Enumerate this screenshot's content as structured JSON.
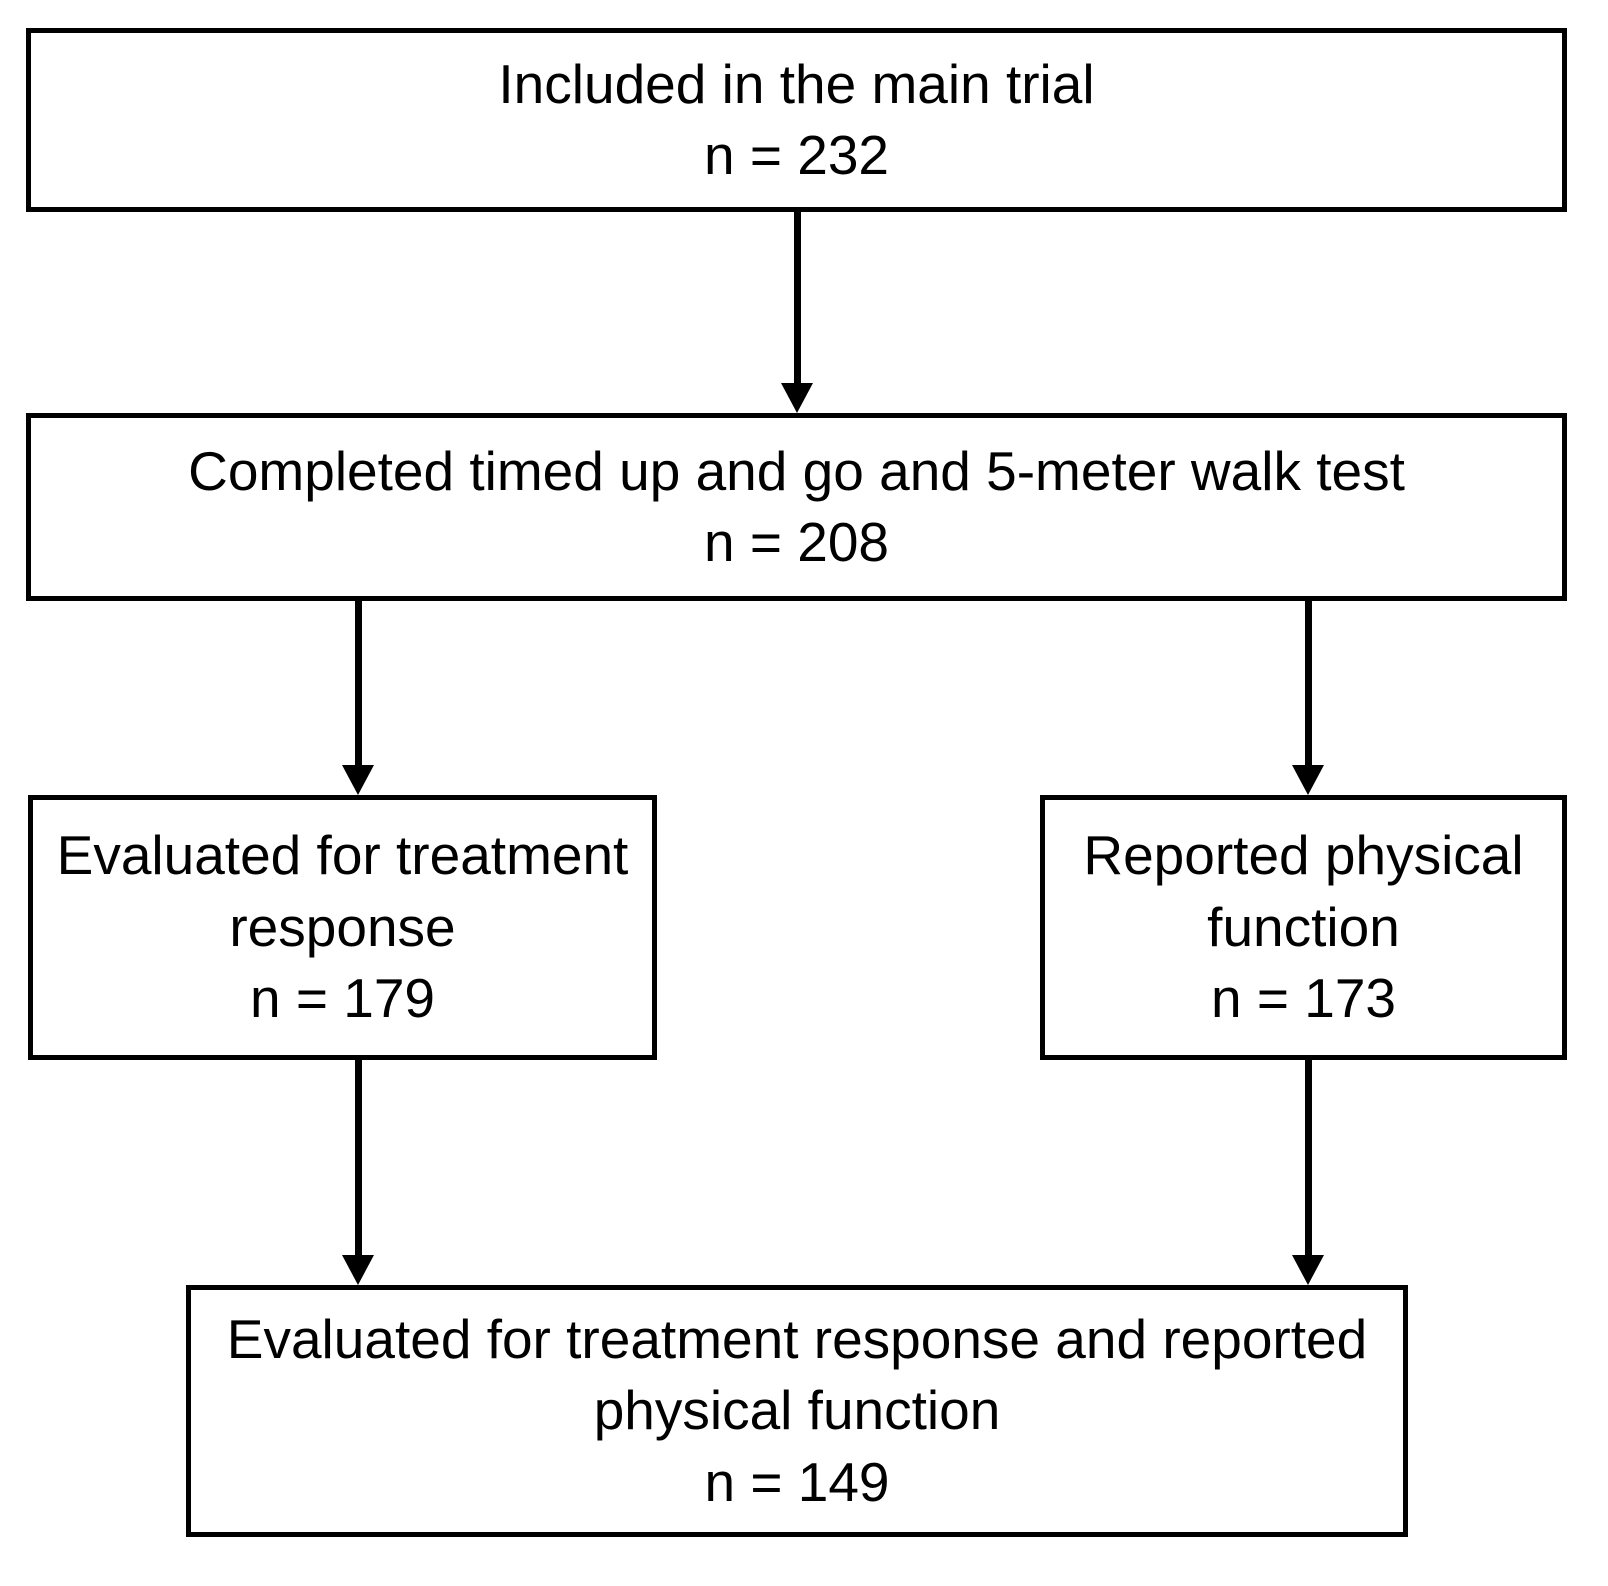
{
  "diagram": {
    "type": "flowchart",
    "title": "Participant flow diagram",
    "colors": {
      "box_border": "#000000",
      "box_fill": "#ffffff",
      "connector": "#000000",
      "text": "#000000",
      "background": "#ffffff"
    },
    "nodes": [
      {
        "id": "included",
        "label": "Included in the main trial",
        "count_label": "n = 232",
        "n": 232
      },
      {
        "id": "completed",
        "label": "Completed timed up and go and 5-meter walk test",
        "count_label": "n = 208",
        "n": 208
      },
      {
        "id": "treatment",
        "label": "Evaluated for treatment response",
        "count_label": "n = 179",
        "n": 179
      },
      {
        "id": "physical",
        "label": "Reported physical function",
        "count_label": "n = 173",
        "n": 173
      },
      {
        "id": "both",
        "label": "Evaluated for treatment response and reported physical function",
        "count_label": "n = 149",
        "n": 149
      }
    ],
    "edges": [
      {
        "id": "included-completed",
        "from": "included",
        "to": "completed",
        "arrow": "down"
      },
      {
        "id": "completed-treatment",
        "from": "completed",
        "to": "treatment",
        "arrow": "down"
      },
      {
        "id": "completed-physical",
        "from": "completed",
        "to": "physical",
        "arrow": "down"
      },
      {
        "id": "treatment-both",
        "from": "treatment",
        "to": "both",
        "arrow": "down"
      },
      {
        "id": "physical-both",
        "from": "physical",
        "to": "both",
        "arrow": "down"
      }
    ]
  }
}
